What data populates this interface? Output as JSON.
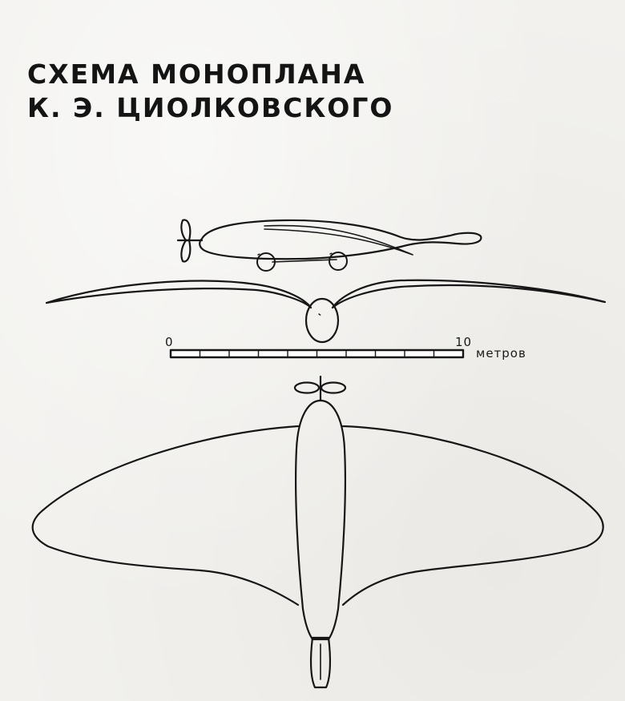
{
  "title": {
    "line1": "СХЕМА МОНОПЛАНА",
    "line2": "К. Э. ЦИОЛКОВСКОГО"
  },
  "scale": {
    "start": "0",
    "end": "10",
    "unit": "метров"
  }
}
